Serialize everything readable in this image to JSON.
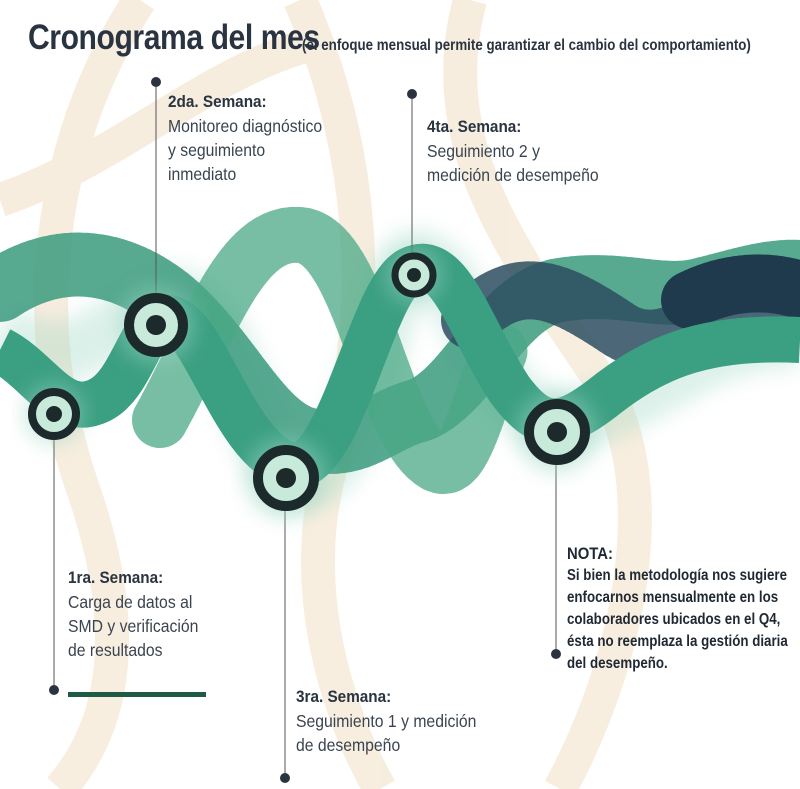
{
  "title": "Cronograma del mes",
  "subtitle": "(el enfoque mensual permite garantizar el cambio del comportamiento)",
  "weeks": [
    {
      "heading": "1ra. Semana:",
      "lines": [
        "Carga de datos al",
        "SMD y verificación",
        "de resultados"
      ]
    },
    {
      "heading": "2da. Semana:",
      "lines": [
        "Monitoreo diagnóstico",
        "y seguimiento",
        "inmediato"
      ]
    },
    {
      "heading": "3ra. Semana:",
      "lines": [
        "Seguimiento 1 y medición",
        "de desempeño"
      ]
    },
    {
      "heading": "4ta. Semana:",
      "lines": [
        "Seguimiento 2 y",
        "medición de desempeño"
      ]
    }
  ],
  "note": {
    "heading": "NOTA:",
    "lines": [
      "Si bien la metodología nos sugiere",
      "enfocarnos mensualmente en los",
      "colaboradores ubicados en el Q4,",
      "ésta no reemplaza la gestión diaria",
      "del desempeño."
    ]
  },
  "colors": {
    "ribbon": "#3fa689",
    "ribbon_dark": "#2b6f5a",
    "navy": "#1f3a4d",
    "text": "#2a3440",
    "marker_ring": "#1d2a2c",
    "marker_fill": "#c8eadb",
    "underline": "#1f5a44",
    "watermark": "#f6ead8"
  }
}
